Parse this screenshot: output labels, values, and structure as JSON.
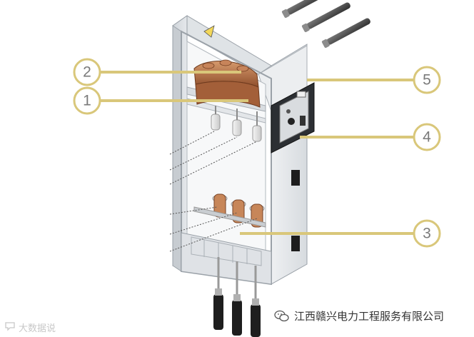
{
  "diagram": {
    "callouts": [
      {
        "id": "callout-1",
        "label": "1"
      },
      {
        "id": "callout-2",
        "label": "2"
      },
      {
        "id": "callout-3",
        "label": "3"
      },
      {
        "id": "callout-4",
        "label": "4"
      },
      {
        "id": "callout-5",
        "label": "5"
      }
    ],
    "callout_color": "#d9c77a",
    "cabinet_color": "#e6e9ec",
    "busbar_color": "#b9734a"
  },
  "watermarks": {
    "left_text": "大数据说",
    "right_text": "江西赣兴电力工程服务有限公司",
    "left_icon": "chat-bubble-icon",
    "right_icon": "wechat-icon"
  }
}
